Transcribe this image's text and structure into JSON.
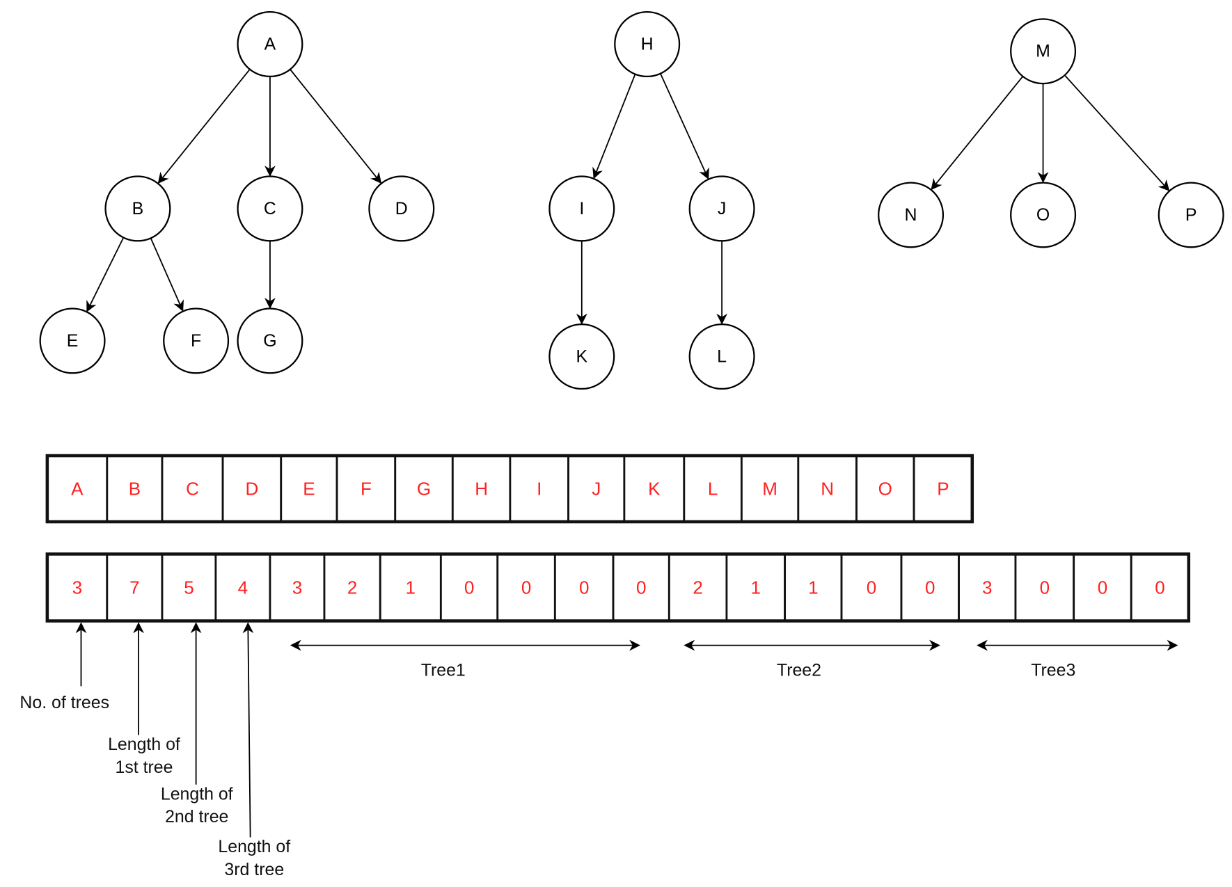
{
  "trees": [
    {
      "nodes": [
        "A",
        "B",
        "C",
        "D",
        "E",
        "F",
        "G"
      ],
      "edges": [
        [
          "A",
          "B"
        ],
        [
          "A",
          "C"
        ],
        [
          "A",
          "D"
        ],
        [
          "B",
          "E"
        ],
        [
          "B",
          "F"
        ],
        [
          "C",
          "G"
        ]
      ]
    },
    {
      "nodes": [
        "H",
        "I",
        "J",
        "K",
        "L"
      ],
      "edges": [
        [
          "H",
          "I"
        ],
        [
          "H",
          "J"
        ],
        [
          "I",
          "K"
        ],
        [
          "J",
          "L"
        ]
      ]
    },
    {
      "nodes": [
        "M",
        "N",
        "O",
        "P"
      ],
      "edges": [
        [
          "M",
          "N"
        ],
        [
          "M",
          "O"
        ],
        [
          "M",
          "P"
        ]
      ]
    }
  ],
  "node_array": [
    "A",
    "B",
    "C",
    "D",
    "E",
    "F",
    "G",
    "H",
    "I",
    "J",
    "K",
    "L",
    "M",
    "N",
    "O",
    "P"
  ],
  "encoding_array": [
    "3",
    "7",
    "5",
    "4",
    "3",
    "2",
    "1",
    "0",
    "0",
    "0",
    "0",
    "2",
    "1",
    "1",
    "0",
    "0",
    "3",
    "0",
    "0",
    "0"
  ],
  "pointer_labels": [
    {
      "lines": [
        "No. of trees"
      ]
    },
    {
      "lines": [
        "Length of",
        "1st tree"
      ]
    },
    {
      "lines": [
        "Length of",
        "2nd tree"
      ]
    },
    {
      "lines": [
        "Length of",
        "3rd tree"
      ]
    }
  ],
  "span_labels": [
    "Tree1",
    "Tree2",
    "Tree3"
  ],
  "colors": {
    "array_text": "#ff2020",
    "stroke": "#000000"
  }
}
